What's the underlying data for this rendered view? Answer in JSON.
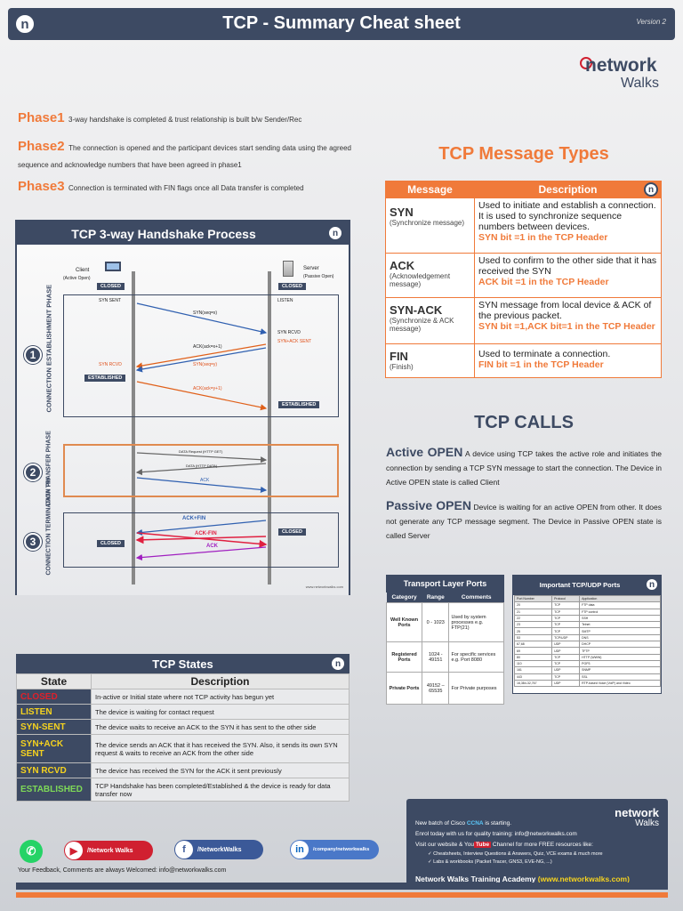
{
  "header": {
    "title": "TCP - Summary Cheat sheet",
    "version": "Version 2"
  },
  "brand": {
    "network": "network",
    "walks": "Walks"
  },
  "phases": [
    {
      "label": "Phase1",
      "text": "3-way handshake is completed & trust relationship is built b/w Sender/Rec"
    },
    {
      "label": "Phase2",
      "text": "The connection is opened and the participant devices start sending data using the agreed sequence and acknowledge numbers that have been agreed in phase1"
    },
    {
      "label": "Phase3",
      "text": "Connection is terminated with FIN flags once all Data transfer is completed"
    }
  ],
  "handshake": {
    "title": "TCP 3-way Handshake Process",
    "client": "Client",
    "client_sub": "(Active Open)",
    "server": "Server",
    "server_sub": "(Passive Open)",
    "closed": "CLOSED",
    "syn_sent": "SYN SENT",
    "listen": "LISTEN",
    "syn_rcvd_server": "SYN RCVD",
    "synack_sent": "SYN+ACK SENT",
    "syn_rcvd_client": "SYN RCVD",
    "established": "ESTABLISHED",
    "phase1_label": "CONNECTION ESTABLISHMENT PHASE",
    "phase2_label": "DATA TRANSFER PHASE",
    "phase3_label": "CONNECTION TERMINATION PH",
    "n1": "1",
    "n2": "2",
    "n3": "3",
    "arrow_syn": "SYN(seq=x)",
    "arrow_ack1": "ACK(ack=x+1)",
    "arrow_syn2": "SYN(seq=y)",
    "arrow_ack2": "ACK(ack=y+1)",
    "data_req": "DATA Request (HTTP GET)",
    "data_resp": "DATA (HTTP DATA)",
    "ack": "ACK",
    "ackfin": "ACK+FIN",
    "ackfin2": "ACK-FIN",
    "ack_end": "ACK",
    "watermark": "www.networkwalks.com"
  },
  "states": {
    "title": "TCP States",
    "col_state": "State",
    "col_desc": "Description",
    "rows": [
      {
        "state": "CLOSED",
        "color": "#e0202a",
        "desc": "In-active or Initial state where not TCP activity has begun yet"
      },
      {
        "state": "LISTEN",
        "color": "#f5d21f",
        "desc": "The device is waiting for contact request"
      },
      {
        "state": "SYN-SENT",
        "color": "#f5d21f",
        "desc": "The device waits to receive an ACK to the SYN it has sent to the other side"
      },
      {
        "state": "SYN+ACK SENT",
        "color": "#f5d21f",
        "desc": "The device sends an ACK that it has received the SYN. Also, it sends its own SYN request & waits to receive an ACK from the other side"
      },
      {
        "state": "SYN RCVD",
        "color": "#f5d21f",
        "desc": "The device has received the SYN for the ACK it sent previously"
      },
      {
        "state": "ESTABLISHED",
        "color": "#7ed957",
        "desc": "TCP Handshake has been completed/Established & the device is ready for data transfer now"
      }
    ]
  },
  "messages": {
    "title": "TCP Message Types",
    "col_msg": "Message",
    "col_desc": "Description",
    "rows": [
      {
        "name": "SYN",
        "sub": "(Synchronize message)",
        "desc": "Used to initiate and establish a connection. It is used to synchronize sequence numbers between devices.",
        "hdr": "SYN bit =1 in the TCP Header"
      },
      {
        "name": "ACK",
        "sub": "(Acknowledgement message)",
        "desc": "Used to confirm to the other side that it has received the SYN",
        "hdr": "ACK bit =1 in the TCP Header"
      },
      {
        "name": "SYN-ACK",
        "sub": "(Synchronize & ACK message)",
        "desc": "SYN message from local device & ACK of the previous packet.",
        "hdr": "SYN bit =1,ACK bit=1 in the TCP Header"
      },
      {
        "name": "FIN",
        "sub": "(Finish)",
        "desc": "Used to terminate a connection.",
        "hdr": "FIN bit =1 in the TCP Header"
      }
    ]
  },
  "calls": {
    "title": "TCP CALLS",
    "active_h": "Active OPEN",
    "active_t": "A device using TCP takes the active role and initiates the connection by sending a TCP SYN message to start the connection. The Device in Active OPEN state is called Client",
    "passive_h": "Passive OPEN",
    "passive_t": "Device is waiting for an active OPEN from other. It does not generate any TCP message segment. The Device in Passive OPEN state is called Server"
  },
  "ports": {
    "title": "Transport Layer Ports",
    "cols": [
      "Category",
      "Range",
      "Comments"
    ],
    "rows": [
      [
        "Well Known Ports",
        "0 - 1023",
        "Used by system processes e.g. FTP(21)"
      ],
      [
        "Registered Ports",
        "1024 - 49151",
        "For specific services e.g. Port 8080"
      ],
      [
        "Private Ports",
        "49152 – 65535",
        "For Private purposes"
      ]
    ]
  },
  "tcpudp": {
    "title": "Important TCP/UDP Ports",
    "cols": [
      "Port Number",
      "Protocol",
      "Application"
    ],
    "rows": [
      [
        "20",
        "TCP",
        "FTP data"
      ],
      [
        "21",
        "TCP",
        "FTP control"
      ],
      [
        "22",
        "TCP",
        "SSH"
      ],
      [
        "23",
        "TCP",
        "Telnet"
      ],
      [
        "25",
        "TCP",
        "SMTP"
      ],
      [
        "53",
        "TCP/UDP",
        "DNS"
      ],
      [
        "67,68",
        "UDP",
        "DHCP"
      ],
      [
        "69",
        "UDP",
        "TFTP"
      ],
      [
        "80",
        "TCP",
        "HTTP (WWW)"
      ],
      [
        "110",
        "TCP",
        "POP3"
      ],
      [
        "161",
        "UDP",
        "SNMP"
      ],
      [
        "443",
        "TCP",
        "SSL"
      ],
      [
        "16,384-32,767",
        "UDP",
        "RTP-based Voice (VoIP) and Video"
      ]
    ]
  },
  "footer": {
    "promo1a": "New batch of Cisco ",
    "promo1b": "CCNA",
    "promo1c": " is starting.",
    "promo2": "Enrol today with us for quality training: info@networkwalks.com",
    "promo3a": "Visit our website & You",
    "promo3b": "Tube",
    "promo3c": " Channel for more FREE resources like:",
    "bullet1": "Cheatsheets, Interview Questions & Answers, Quiz, VCE exams & much more",
    "bullet2": "Labs & workbooks (Packet Tracer, GNS3, EVE-NG, ...)",
    "academy": "Network Walks Training Academy ",
    "academy_url": "(www.networkwalks.com)",
    "feedback": "Your Feedback, Comments are always Welcomed: info@networkwalks.com",
    "yt": "/Network Walks",
    "fb": "/NetworkWalks",
    "li": "/company/networkwalks"
  }
}
